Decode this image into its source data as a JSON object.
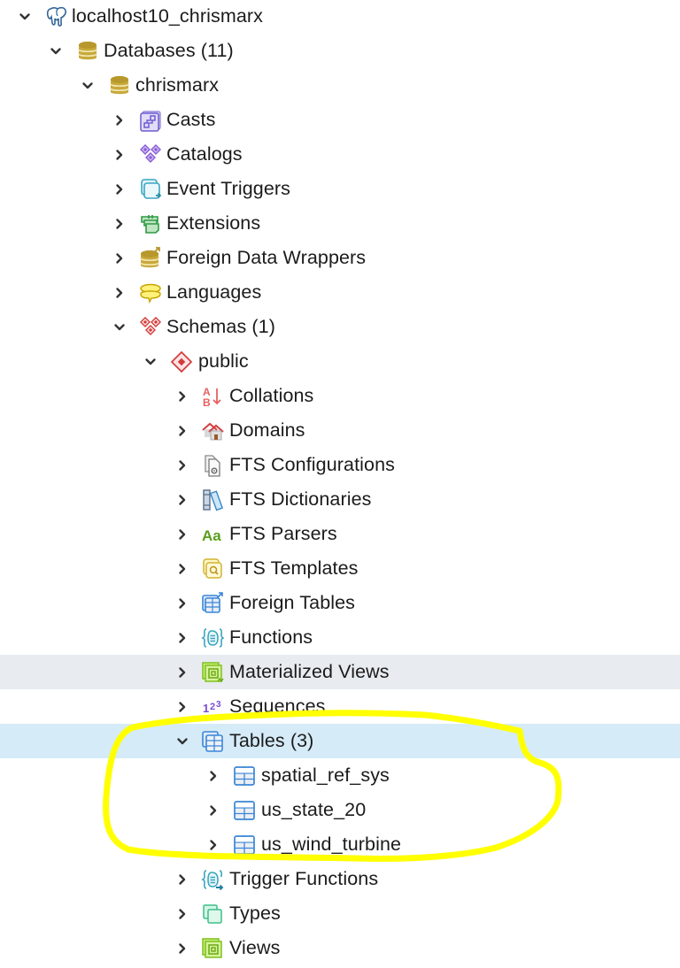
{
  "tree": {
    "server": {
      "label": "localhost10_chrismarx",
      "icon": "postgres-elephant-icon",
      "expanded": true
    },
    "databases": {
      "label": "Databases (11)",
      "icon": "database-icon",
      "expanded": true
    },
    "database": {
      "label": "chrismarx",
      "icon": "database-icon",
      "expanded": true
    },
    "db_children": [
      {
        "label": "Casts",
        "icon": "casts-icon",
        "expanded": false
      },
      {
        "label": "Catalogs",
        "icon": "catalogs-icon",
        "expanded": false
      },
      {
        "label": "Event Triggers",
        "icon": "event-triggers-icon",
        "expanded": false
      },
      {
        "label": "Extensions",
        "icon": "extensions-icon",
        "expanded": false
      },
      {
        "label": "Foreign Data Wrappers",
        "icon": "foreign-data-wrappers-icon",
        "expanded": false
      },
      {
        "label": "Languages",
        "icon": "languages-icon",
        "expanded": false
      }
    ],
    "schemas": {
      "label": "Schemas (1)",
      "icon": "schemas-icon",
      "expanded": true
    },
    "schema": {
      "label": "public",
      "icon": "schema-icon",
      "expanded": true
    },
    "schema_children": [
      {
        "label": "Collations",
        "icon": "collations-icon",
        "expanded": false
      },
      {
        "label": "Domains",
        "icon": "domains-icon",
        "expanded": false
      },
      {
        "label": "FTS Configurations",
        "icon": "fts-configurations-icon",
        "expanded": false
      },
      {
        "label": "FTS Dictionaries",
        "icon": "fts-dictionaries-icon",
        "expanded": false
      },
      {
        "label": "FTS Parsers",
        "icon": "fts-parsers-icon",
        "expanded": false
      },
      {
        "label": "FTS Templates",
        "icon": "fts-templates-icon",
        "expanded": false
      },
      {
        "label": "Foreign Tables",
        "icon": "foreign-tables-icon",
        "expanded": false
      },
      {
        "label": "Functions",
        "icon": "functions-icon",
        "expanded": false
      },
      {
        "label": "Materialized Views",
        "icon": "materialized-views-icon",
        "expanded": false,
        "state": "hover"
      },
      {
        "label": "Sequences",
        "icon": "sequences-icon",
        "expanded": false
      }
    ],
    "tables": {
      "label": "Tables (3)",
      "icon": "tables-icon",
      "expanded": true,
      "state": "selected"
    },
    "table_items": [
      {
        "label": "spatial_ref_sys",
        "icon": "table-icon",
        "expanded": false
      },
      {
        "label": "us_state_20",
        "icon": "table-icon",
        "expanded": false
      },
      {
        "label": "us_wind_turbine",
        "icon": "table-icon",
        "expanded": false
      }
    ],
    "after_tables": [
      {
        "label": "Trigger Functions",
        "icon": "trigger-functions-icon",
        "expanded": false
      },
      {
        "label": "Types",
        "icon": "types-icon",
        "expanded": false
      },
      {
        "label": "Views",
        "icon": "views-icon",
        "expanded": false
      }
    ]
  },
  "colors": {
    "hover_row": "#e8ebf0",
    "selected_row": "#d6ebf8",
    "annotation": "#ffff00",
    "text": "#1b1b1b",
    "chevron": "#333333"
  },
  "annotation": {
    "type": "freehand-circle",
    "color": "#ffff00",
    "encloses": "Tables (3)"
  }
}
